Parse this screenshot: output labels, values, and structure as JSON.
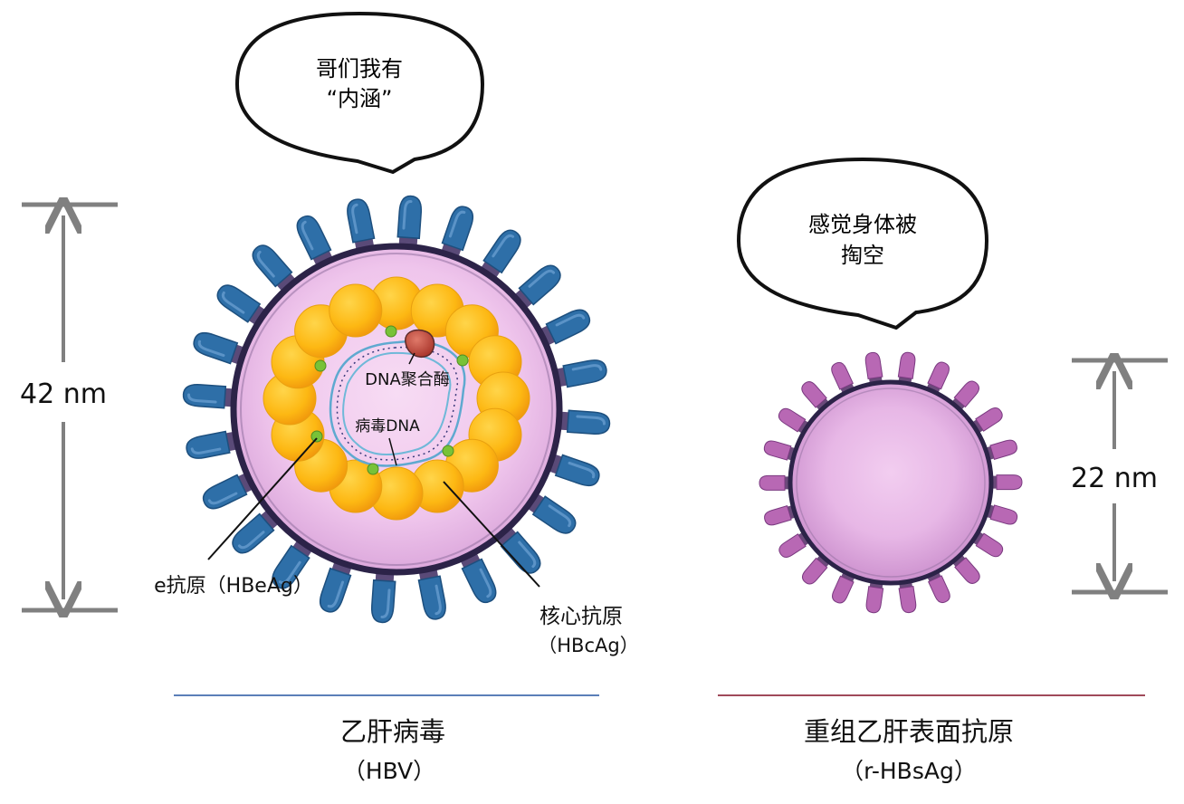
{
  "hbv": {
    "bubble": {
      "line1": "哥们我有",
      "line2": "“内涵”"
    },
    "size_label": "42 nm",
    "label_polymerase": "DNA聚合酶",
    "label_dna": "病毒DNA",
    "label_e_antigen": "e抗原（HBeAg）",
    "label_core_antigen_line1": "核心抗原",
    "label_core_antigen_line2": "（HBcAg）",
    "title_line1": "乙肝病毒",
    "title_line2": "（HBV）",
    "spike_count": 24,
    "core_sphere_count": 16
  },
  "rhbsag": {
    "bubble": {
      "line1": "感觉身体被",
      "line2": "掏空"
    },
    "size_label": "22 nm",
    "title_line1": "重组乙肝表面抗原",
    "title_line2": "（r-HBsAg）",
    "spike_count": 22
  },
  "colors": {
    "envelope_fill": "#f1c8ee",
    "envelope_rim": "#2c2348",
    "hbv_spike": "#2e6fa8",
    "hbv_spike_base": "#5a4a78",
    "core_sphere": "#fdb813",
    "polymerase": "#c0463a",
    "e_antigen_dot": "#78c238",
    "dna_strand": "#6fb8d8",
    "rhbsag_fill": "#ecbdeb",
    "rhbsag_spike": "#b868b4",
    "rhbsag_spike_base": "#6a4a7a",
    "ruler": "#808080",
    "hbv_title_line": "#5b7fb8",
    "rhbsag_title_line": "#a04a5a"
  }
}
